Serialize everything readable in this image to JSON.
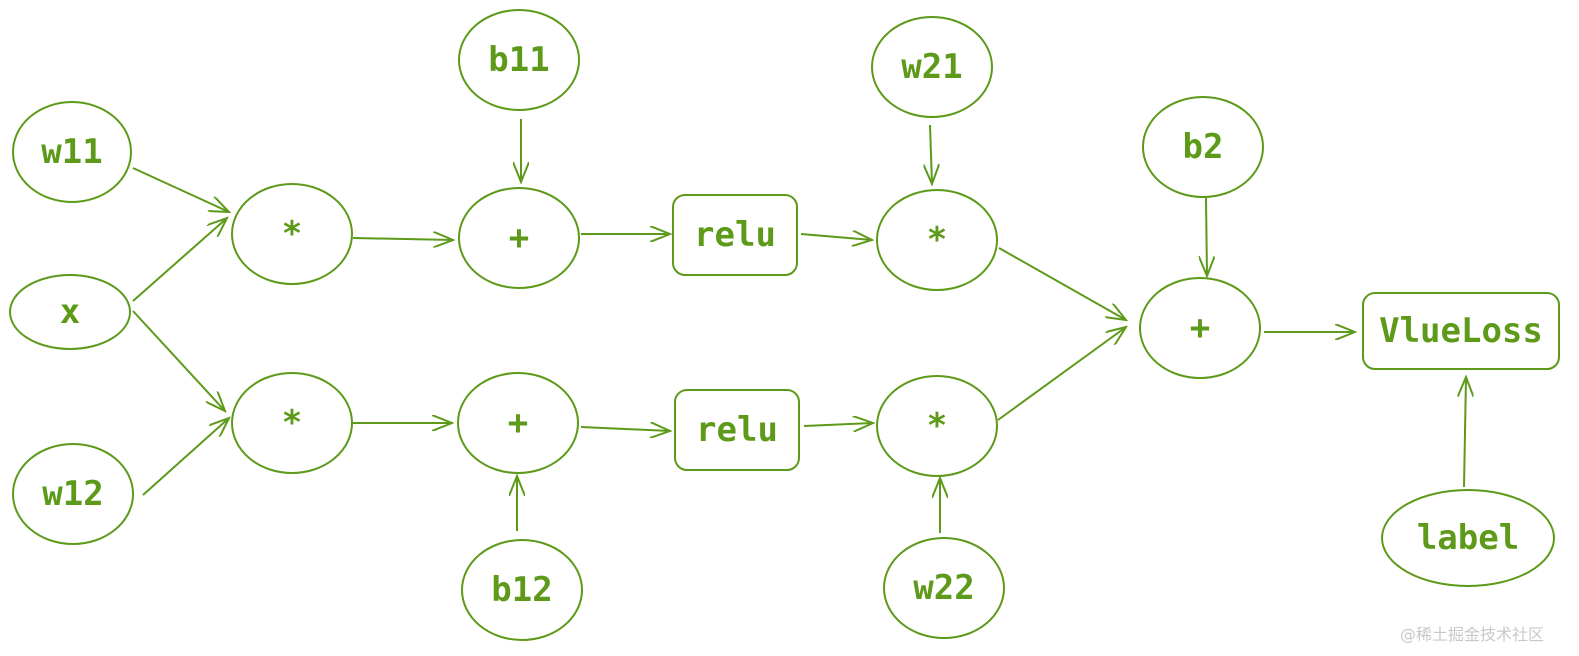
{
  "diagram": {
    "stroke_color": "#5d9a1a",
    "background": "#ffffff",
    "nodes": {
      "w11": "w11",
      "x": "x",
      "w12": "w12",
      "mul1": "*",
      "mul2": "*",
      "b11": "b11",
      "b12": "b12",
      "add1": "+",
      "add2": "+",
      "relu1": "relu",
      "relu2": "relu",
      "w21": "w21",
      "w22": "w22",
      "mul3": "*",
      "mul4": "*",
      "b2": "b2",
      "add3": "+",
      "loss": "VlueLoss",
      "label": "label"
    },
    "edges": [
      {
        "from": "w11",
        "to": "mul1"
      },
      {
        "from": "x",
        "to": "mul1"
      },
      {
        "from": "x",
        "to": "mul2"
      },
      {
        "from": "w12",
        "to": "mul2"
      },
      {
        "from": "mul1",
        "to": "add1"
      },
      {
        "from": "b11",
        "to": "add1"
      },
      {
        "from": "mul2",
        "to": "add2"
      },
      {
        "from": "b12",
        "to": "add2"
      },
      {
        "from": "add1",
        "to": "relu1"
      },
      {
        "from": "add2",
        "to": "relu2"
      },
      {
        "from": "relu1",
        "to": "mul3"
      },
      {
        "from": "w21",
        "to": "mul3"
      },
      {
        "from": "relu2",
        "to": "mul4"
      },
      {
        "from": "w22",
        "to": "mul4"
      },
      {
        "from": "mul3",
        "to": "add3"
      },
      {
        "from": "mul4",
        "to": "add3"
      },
      {
        "from": "b2",
        "to": "add3"
      },
      {
        "from": "add3",
        "to": "loss"
      },
      {
        "from": "label",
        "to": "loss"
      }
    ],
    "watermark": "@稀土掘金技术社区"
  }
}
